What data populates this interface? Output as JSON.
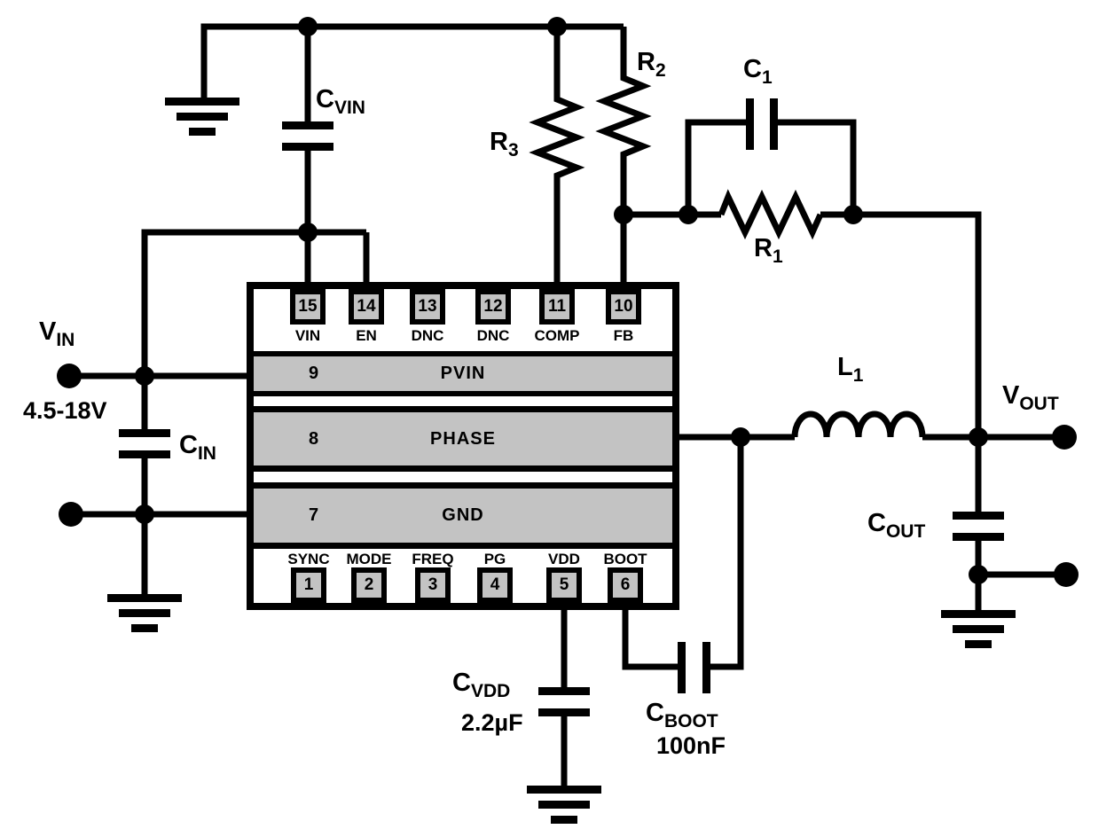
{
  "app": {
    "type": "circuit-schematic",
    "description": "Buck converter typical application circuit"
  },
  "colors": {
    "wire": "#000000",
    "label": "#000000",
    "ic_fill": "#ffffff",
    "pin_fill": "#c3c3c3",
    "row_fill": "#c3c3c3",
    "background": "#ffffff"
  },
  "components": {
    "cvin": {
      "main": "C",
      "sub": "VIN"
    },
    "cin": {
      "main": "C",
      "sub": "IN"
    },
    "vin": {
      "main": "V",
      "sub": "IN"
    },
    "vin_range": "4.5-18V",
    "r3": {
      "main": "R",
      "sub": "3"
    },
    "r2": {
      "main": "R",
      "sub": "2"
    },
    "c1": {
      "main": "C",
      "sub": "1"
    },
    "r1": {
      "main": "R",
      "sub": "1"
    },
    "l1": {
      "main": "L",
      "sub": "1"
    },
    "vout": {
      "main": "V",
      "sub": "OUT"
    },
    "cout": {
      "main": "C",
      "sub": "OUT"
    },
    "cvdd": {
      "main": "C",
      "sub": "VDD"
    },
    "cvdd_value": "2.2µF",
    "cboot": {
      "main": "C",
      "sub": "BOOT"
    },
    "cboot_value": "100nF"
  },
  "ic": {
    "top_pins": [
      {
        "number": "15",
        "name": "VIN"
      },
      {
        "number": "14",
        "name": "EN"
      },
      {
        "number": "13",
        "name": "DNC"
      },
      {
        "number": "12",
        "name": "DNC"
      },
      {
        "number": "11",
        "name": "COMP"
      },
      {
        "number": "10",
        "name": "FB"
      }
    ],
    "rows": [
      {
        "number": "9",
        "name": "PVIN"
      },
      {
        "number": "8",
        "name": "PHASE"
      },
      {
        "number": "7",
        "name": "GND"
      }
    ],
    "bottom_pins": [
      {
        "number": "1",
        "name": "SYNC"
      },
      {
        "number": "2",
        "name": "MODE"
      },
      {
        "number": "3",
        "name": "FREQ"
      },
      {
        "number": "4",
        "name": "PG"
      },
      {
        "number": "5",
        "name": "VDD"
      },
      {
        "number": "6",
        "name": "BOOT"
      }
    ]
  }
}
